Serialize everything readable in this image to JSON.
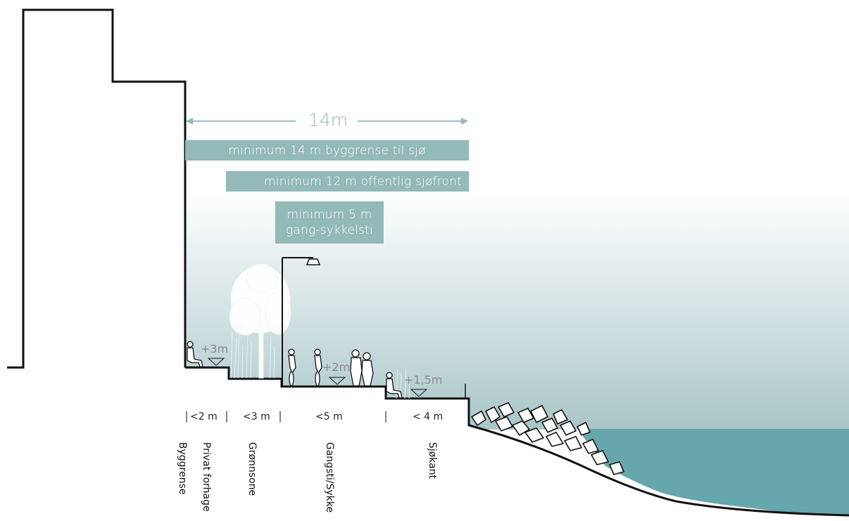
{
  "dimension": {
    "label": "14m"
  },
  "bands": {
    "byggrense": "minimum 14 m byggrense til sjø",
    "sjofront": "minimum 12 m offentlig sjøfront",
    "gang_line1": "minimum 5 m",
    "gang_line2": "gang-sykkelsti"
  },
  "levels": {
    "privat": "+3m",
    "gangsti": "+2m",
    "sjokant": "+1,5m"
  },
  "widths": {
    "privat": "<2 m",
    "gronnsone": "<3 m",
    "gangsti": "<5 m",
    "sjokant": "< 4 m"
  },
  "zones": {
    "byggrense": "Byggrense",
    "privat": "Privat forhage",
    "gronnsone": "Grønnsone",
    "gangsti": "Gangsti/Sykke",
    "sjokant": "Sjøkant"
  },
  "colors": {
    "band": "#93b9b9",
    "sky_top": "#ffffff",
    "sky_bottom": "#a9c6c8",
    "water": "#66a6ad",
    "outline": "#111111",
    "tree": "#ffffff"
  }
}
